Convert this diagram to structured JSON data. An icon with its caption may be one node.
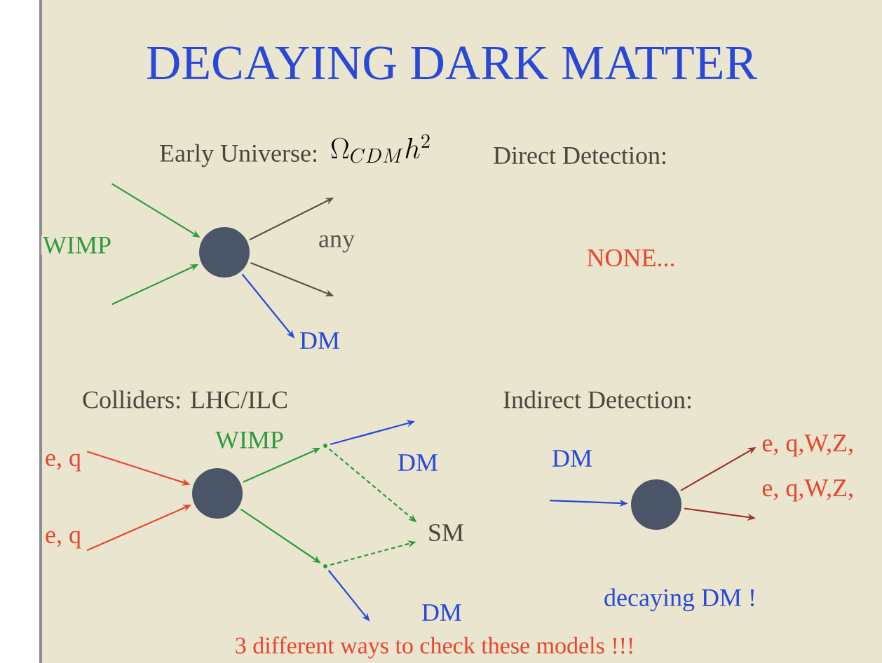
{
  "diagram": {
    "title": "DECAYING DARK MATTER",
    "caption": "3 different ways to check these models !!!",
    "nodes": [
      {
        "text": [],
        "shape": "circle"
      },
      {
        "text": [
          "DM"
        ]
      },
      {
        "text": [],
        "shape": "circle"
      },
      {
        "text": [],
        "shape": "dot"
      },
      {
        "text": [],
        "shape": "dot"
      },
      {
        "text": [
          "e, q"
        ]
      },
      {
        "text": [
          "e, q"
        ]
      },
      {
        "text": [
          "SM"
        ]
      },
      {
        "text": [],
        "shape": "circle",
        "beside": [
          "decaying DM !"
        ]
      },
      {
        "text": [
          "e, q,W,Z,"
        ]
      },
      {
        "text": [
          "e, q,W,Z,"
        ]
      }
    ],
    "edges": [
      {
        "from": null,
        "to": 0,
        "arrow": "to",
        "label": "WIMP",
        "color": "#2e9a3c"
      },
      {
        "from": null,
        "to": 0,
        "arrow": "to",
        "color": "#2e9a3c"
      },
      {
        "from": 0,
        "to": null,
        "arrow": "to",
        "label": "any",
        "color": "#5a554a"
      },
      {
        "from": 0,
        "to": null,
        "arrow": "to",
        "color": "#5a554a"
      },
      {
        "from": 0,
        "to": 1,
        "arrow": "to",
        "color": "#2a48d8"
      },
      {
        "from": 5,
        "to": 2,
        "arrow": "to",
        "color": "#e8452e"
      },
      {
        "from": 6,
        "to": 2,
        "arrow": "to",
        "color": "#e8452e"
      },
      {
        "from": 2,
        "to": 3,
        "arrow": "to",
        "label": "WIMP",
        "color": "#2e9a3c"
      },
      {
        "from": 2,
        "to": 4,
        "arrow": "to",
        "color": "#2e9a3c"
      },
      {
        "from": 3,
        "to": null,
        "arrow": "to",
        "label": "DM",
        "color": "#2a48d8"
      },
      {
        "from": 3,
        "to": 7,
        "arrow": "to",
        "style": "dashed",
        "color": "#2e9a3c"
      },
      {
        "from": 4,
        "to": 7,
        "arrow": "to",
        "style": "dashed",
        "color": "#2e9a3c"
      },
      {
        "from": 4,
        "to": null,
        "arrow": "to",
        "label": "DM",
        "color": "#2a48d8"
      },
      {
        "from": null,
        "to": 8,
        "arrow": "to",
        "label": "DM",
        "color": "#2a48d8"
      },
      {
        "from": 8,
        "to": 9,
        "arrow": "to",
        "color": "#a0302a"
      },
      {
        "from": 8,
        "to": 10,
        "arrow": "to",
        "color": "#a0302a"
      }
    ],
    "labels": [
      "Early Universe:",
      "\\Omega_{CDM}h^2",
      "Direct Detection:",
      "NONE...",
      "Colliders: LHC/ILC",
      "Indirect Detection:"
    ]
  }
}
